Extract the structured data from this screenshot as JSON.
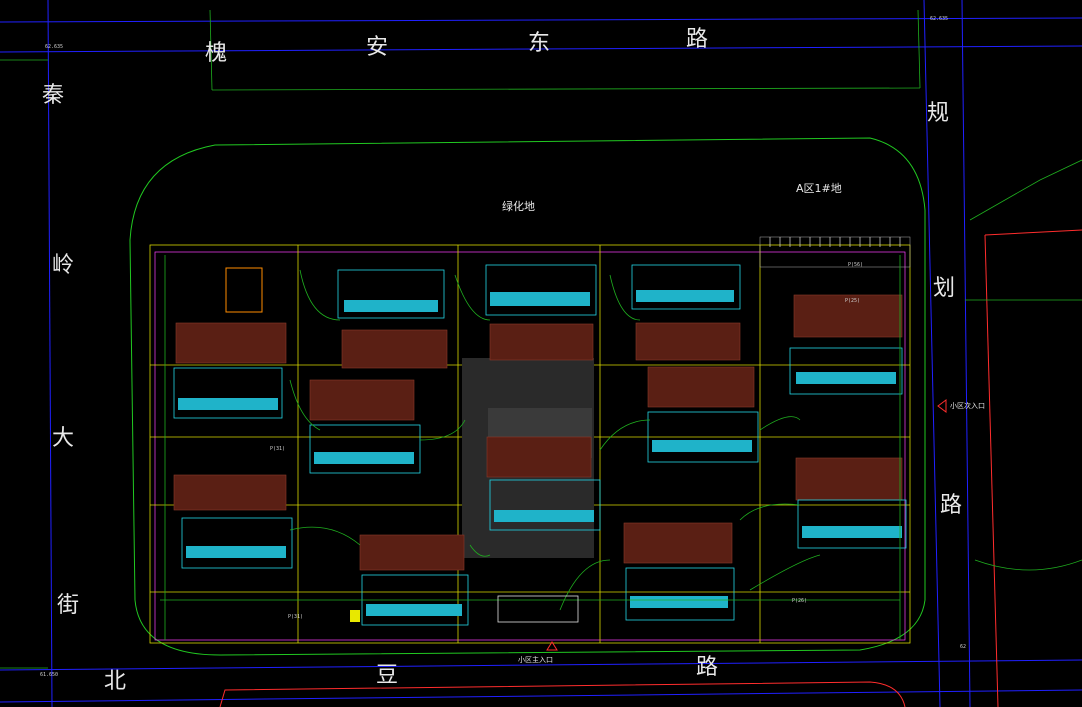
{
  "roads": {
    "top": [
      "槐",
      "安",
      "东",
      "路"
    ],
    "left": [
      "秦",
      "岭",
      "大",
      "街"
    ],
    "right": [
      "规",
      "划",
      "路"
    ],
    "bottom": [
      "北",
      "豆",
      "路"
    ]
  },
  "labels": {
    "greenbelt": "绿化地",
    "zone": "A区1#地",
    "main_entrance": "小区主入口",
    "side_entrance": "小区次入口"
  },
  "elevations": {
    "top_left": "62.635",
    "top_right": "62.635",
    "bottom_left": "61.650",
    "bottom_right": "62"
  },
  "parking": {
    "p1": "P(56)",
    "p2": "P(31)",
    "p3": "P(25)",
    "p4": "P(31)",
    "p5": "P(26)"
  },
  "colors": {
    "background": "#000000",
    "road_edge": "#2020ff",
    "site_line": "#21c821",
    "building_roof": "#5a1f14",
    "building_plan": "#1fb3c9",
    "boundary": "#d8d800"
  }
}
